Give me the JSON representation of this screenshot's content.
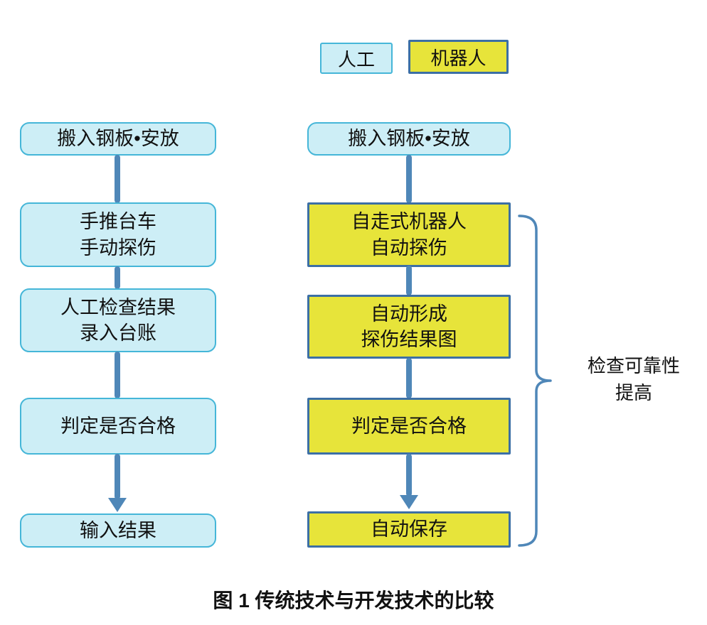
{
  "colors": {
    "manual_fill": "#cdeef6",
    "manual_border": "#45b6d8",
    "robot_fill": "#e7e43a",
    "robot_border": "#3c6fa5",
    "arrow": "#4f87b8",
    "brace": "#4f87b8",
    "text": "#111111"
  },
  "legend": {
    "manual_label": "人工",
    "robot_label": "机器人"
  },
  "left_flow": {
    "steps": [
      {
        "label": "搬入钢板•安放",
        "type": "manual"
      },
      {
        "label": "手推台车\n手动探伤",
        "type": "manual"
      },
      {
        "label": "人工检查结果\n录入台账",
        "type": "manual"
      },
      {
        "label": "判定是否合格",
        "type": "manual"
      },
      {
        "label": "输入结果",
        "type": "manual"
      }
    ]
  },
  "right_flow": {
    "steps": [
      {
        "label": "搬入钢板•安放",
        "type": "manual"
      },
      {
        "label": "自走式机器人\n自动探伤",
        "type": "robot"
      },
      {
        "label": "自动形成\n探伤结果图",
        "type": "robot"
      },
      {
        "label": "判定是否合格",
        "type": "robot"
      },
      {
        "label": "自动保存",
        "type": "robot"
      }
    ]
  },
  "annotation": {
    "text": "检查可靠性\n提高"
  },
  "caption": "图 1 传统技术与开发技术的比较"
}
